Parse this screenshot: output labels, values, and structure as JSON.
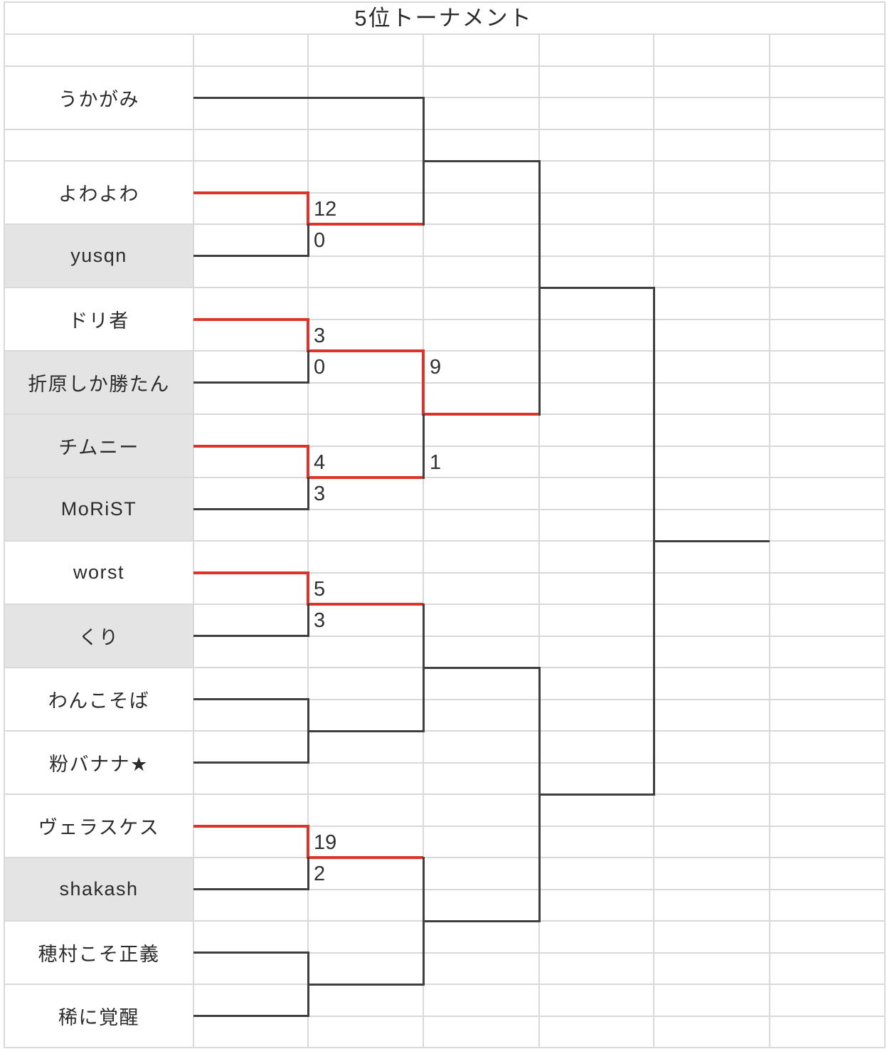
{
  "title": "5位トーナメント",
  "colors": {
    "winner_path": "#dc3428",
    "bracket_line": "#3f3f3f",
    "grid_line": "#d9d9d9",
    "shaded_row": "#e4e4e4",
    "text": "#2b2b2b"
  },
  "players": [
    {
      "name": "うかがみ",
      "shaded": false
    },
    {
      "name": "よわよわ",
      "shaded": false
    },
    {
      "name": "yusqn",
      "shaded": true
    },
    {
      "name": "ドリ者",
      "shaded": false
    },
    {
      "name": "折原しか勝たん",
      "shaded": true
    },
    {
      "name": "チムニー",
      "shaded": true
    },
    {
      "name": "MoRiST",
      "shaded": true
    },
    {
      "name": "worst",
      "shaded": false
    },
    {
      "name": "くり",
      "shaded": true
    },
    {
      "name": "わんこそば",
      "shaded": false
    },
    {
      "name": "粉バナナ★",
      "shaded": false
    },
    {
      "name": "ヴェラスケス",
      "shaded": false
    },
    {
      "name": "shakash",
      "shaded": true
    },
    {
      "name": "穂村こそ正義",
      "shaded": false
    },
    {
      "name": "稀に覚醒",
      "shaded": false
    }
  ],
  "bracket": {
    "round1": [
      {
        "top": "よわよわ",
        "bottom": "yusqn",
        "score_top": "12",
        "score_bottom": "0",
        "winner": "top"
      },
      {
        "top": "ドリ者",
        "bottom": "折原しか勝たん",
        "score_top": "3",
        "score_bottom": "0",
        "winner": "top"
      },
      {
        "top": "チムニー",
        "bottom": "MoRiST",
        "score_top": "4",
        "score_bottom": "3",
        "winner": "top"
      },
      {
        "top": "worst",
        "bottom": "くり",
        "score_top": "5",
        "score_bottom": "3",
        "winner": "top"
      },
      {
        "top": "わんこそば",
        "bottom": "粉バナナ★",
        "score_top": "",
        "score_bottom": "",
        "winner": ""
      },
      {
        "top": "ヴェラスケス",
        "bottom": "shakash",
        "score_top": "19",
        "score_bottom": "2",
        "winner": "top"
      },
      {
        "top": "穂村こそ正義",
        "bottom": "稀に覚醒",
        "score_top": "",
        "score_bottom": "",
        "winner": ""
      }
    ],
    "round2": [
      {
        "top": "うかがみ",
        "bottom": "よわよわ",
        "score_top": "",
        "score_bottom": "",
        "winner": ""
      },
      {
        "top": "ドリ者",
        "bottom": "チムニー",
        "score_top": "9",
        "score_bottom": "1",
        "winner": "top"
      },
      {
        "top": "worst",
        "bottom": "",
        "score_top": "",
        "score_bottom": "",
        "winner": ""
      },
      {
        "top": "ヴェラスケス",
        "bottom": "",
        "score_top": "",
        "score_bottom": "",
        "winner": ""
      }
    ],
    "semifinals": [
      {
        "top": "",
        "bottom": "ドリ者",
        "score_top": "",
        "score_bottom": "",
        "winner": ""
      },
      {
        "top": "",
        "bottom": "",
        "score_top": "",
        "score_bottom": "",
        "winner": ""
      }
    ],
    "final": {
      "top": "",
      "bottom": "",
      "score_top": "",
      "score_bottom": "",
      "winner": ""
    }
  }
}
